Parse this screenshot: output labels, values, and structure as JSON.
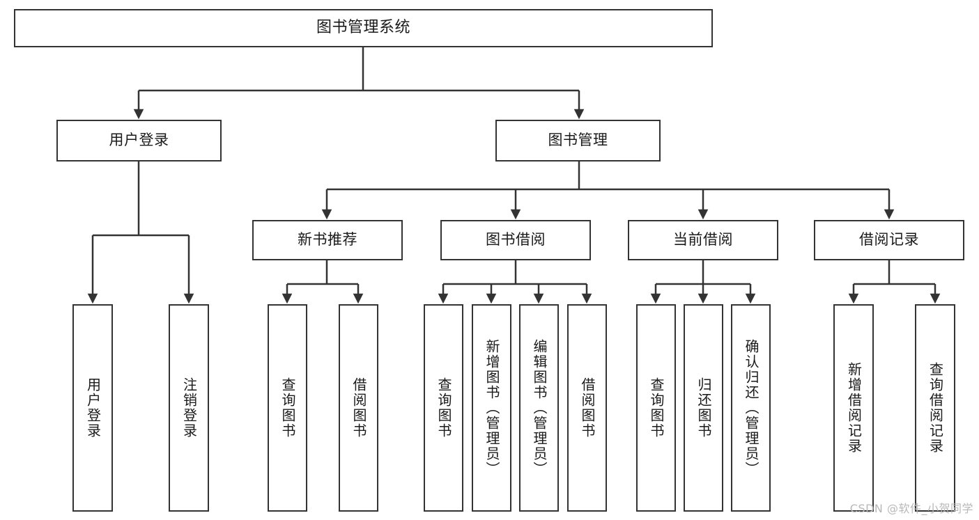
{
  "diagram": {
    "type": "tree",
    "title": "图书管理系统",
    "background_color": "#ffffff",
    "line_color": "#333333",
    "text_color": "#1a1a1a",
    "watermark": "CSDN @软件_小贺同学",
    "watermark_color": "#b8b8b8"
  },
  "nodes": {
    "root": {
      "label": "图书管理系统",
      "level": 0
    },
    "user_login": {
      "label": "用户登录",
      "level": 1
    },
    "book_manage": {
      "label": "图书管理",
      "level": 1
    },
    "new_book_rec": {
      "label": "新书推荐",
      "level": 2
    },
    "book_borrow": {
      "label": "图书借阅",
      "level": 2
    },
    "current_borrow": {
      "label": "当前借阅",
      "level": 2
    },
    "borrow_record": {
      "label": "借阅记录",
      "level": 2
    },
    "leaf_user_login": {
      "label": "用户登录",
      "level": 2
    },
    "leaf_logout": {
      "label": "注销登录",
      "level": 2
    },
    "leaf_query_book_1": {
      "label": "查询图书",
      "level": 3
    },
    "leaf_borrow_book_1": {
      "label": "借阅图书",
      "level": 3
    },
    "leaf_query_book_2": {
      "label": "查询图书",
      "level": 3
    },
    "leaf_add_book": {
      "label": "新增图书（管理员）",
      "level": 3
    },
    "leaf_edit_book": {
      "label": "编辑图书（管理员）",
      "level": 3
    },
    "leaf_borrow_book_2": {
      "label": "借阅图书",
      "level": 3
    },
    "leaf_query_book_3": {
      "label": "查询图书",
      "level": 3
    },
    "leaf_return_book": {
      "label": "归还图书",
      "level": 3
    },
    "leaf_confirm_return": {
      "label": "确认归还（管理员）",
      "level": 3
    },
    "leaf_add_record": {
      "label": "新增借阅记录",
      "level": 3
    },
    "leaf_query_record": {
      "label": "查询借阅记录",
      "level": 3
    }
  },
  "hierarchy": {
    "图书管理系统": {
      "用户登录": [
        "用户登录",
        "注销登录"
      ],
      "图书管理": {
        "新书推荐": [
          "查询图书",
          "借阅图书"
        ],
        "图书借阅": [
          "查询图书",
          "新增图书（管理员）",
          "编辑图书（管理员）",
          "借阅图书"
        ],
        "当前借阅": [
          "查询图书",
          "归还图书",
          "确认归还（管理员）"
        ],
        "借阅记录": [
          "新增借阅记录",
          "查询借阅记录"
        ]
      }
    }
  }
}
